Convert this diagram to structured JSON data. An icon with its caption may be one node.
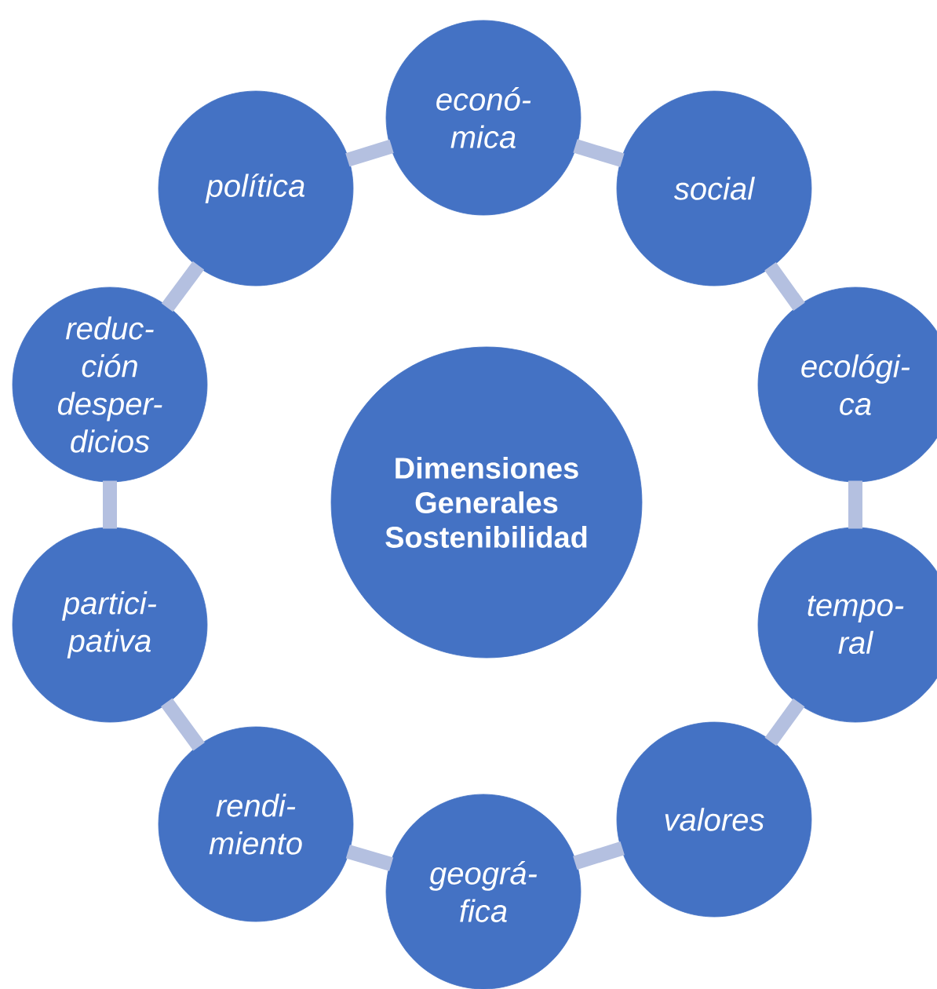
{
  "diagram": {
    "nodes": [
      {
        "text": [
          "econó- mica"
        ]
      },
      {
        "text": [
          "social"
        ]
      },
      {
        "text": [
          "ecológi- ca"
        ]
      },
      {
        "text": [
          "tempo- ral"
        ]
      },
      {
        "text": [
          "valores"
        ]
      },
      {
        "text": [
          "geográ- fica"
        ]
      },
      {
        "text": [
          "rendi- miento"
        ]
      },
      {
        "text": [
          "partici- pativa"
        ]
      },
      {
        "text": [
          "reduc- ción desper- dicios"
        ]
      },
      {
        "text": [
          "política"
        ]
      },
      {
        "text": [
          "Dimensiones Generales Sostenibilidad"
        ]
      }
    ],
    "edges": [
      {
        "from": 0,
        "to": 1,
        "arrow": "none"
      },
      {
        "from": 1,
        "to": 2,
        "arrow": "none"
      },
      {
        "from": 2,
        "to": 3,
        "arrow": "none"
      },
      {
        "from": 3,
        "to": 4,
        "arrow": "none"
      },
      {
        "from": 4,
        "to": 5,
        "arrow": "none"
      },
      {
        "from": 5,
        "to": 6,
        "arrow": "none"
      },
      {
        "from": 6,
        "to": 7,
        "arrow": "none"
      },
      {
        "from": 7,
        "to": 8,
        "arrow": "none"
      },
      {
        "from": 8,
        "to": 9,
        "arrow": "none"
      },
      {
        "from": 9,
        "to": 0,
        "arrow": "none"
      }
    ]
  }
}
